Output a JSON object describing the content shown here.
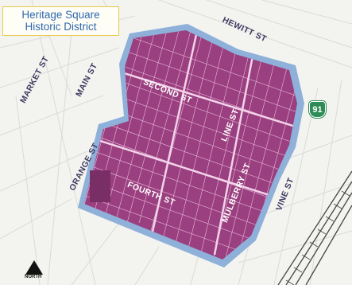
{
  "title": {
    "line1": "Heritage Square",
    "line2": "Historic District"
  },
  "streets": {
    "hewitt": "HEWITT ST",
    "market": "MARKET ST",
    "main": "MAIN ST",
    "second": "SECOND ST",
    "line": "LINE ST",
    "orange": "ORANGE ST",
    "fourth": "FOURTH ST",
    "mulberry": "MULBERRY ST",
    "vine": "VINE ST"
  },
  "route_shield": {
    "number": "91"
  },
  "north": {
    "label": "NORTH"
  },
  "colors": {
    "district_fill": "#9a3f7f",
    "district_border": "#8fb0d9",
    "streets_outside": "#3f3a63",
    "shield": "#2e8b57",
    "title_border": "#e9c94a",
    "title_text": "#2f67b0"
  }
}
